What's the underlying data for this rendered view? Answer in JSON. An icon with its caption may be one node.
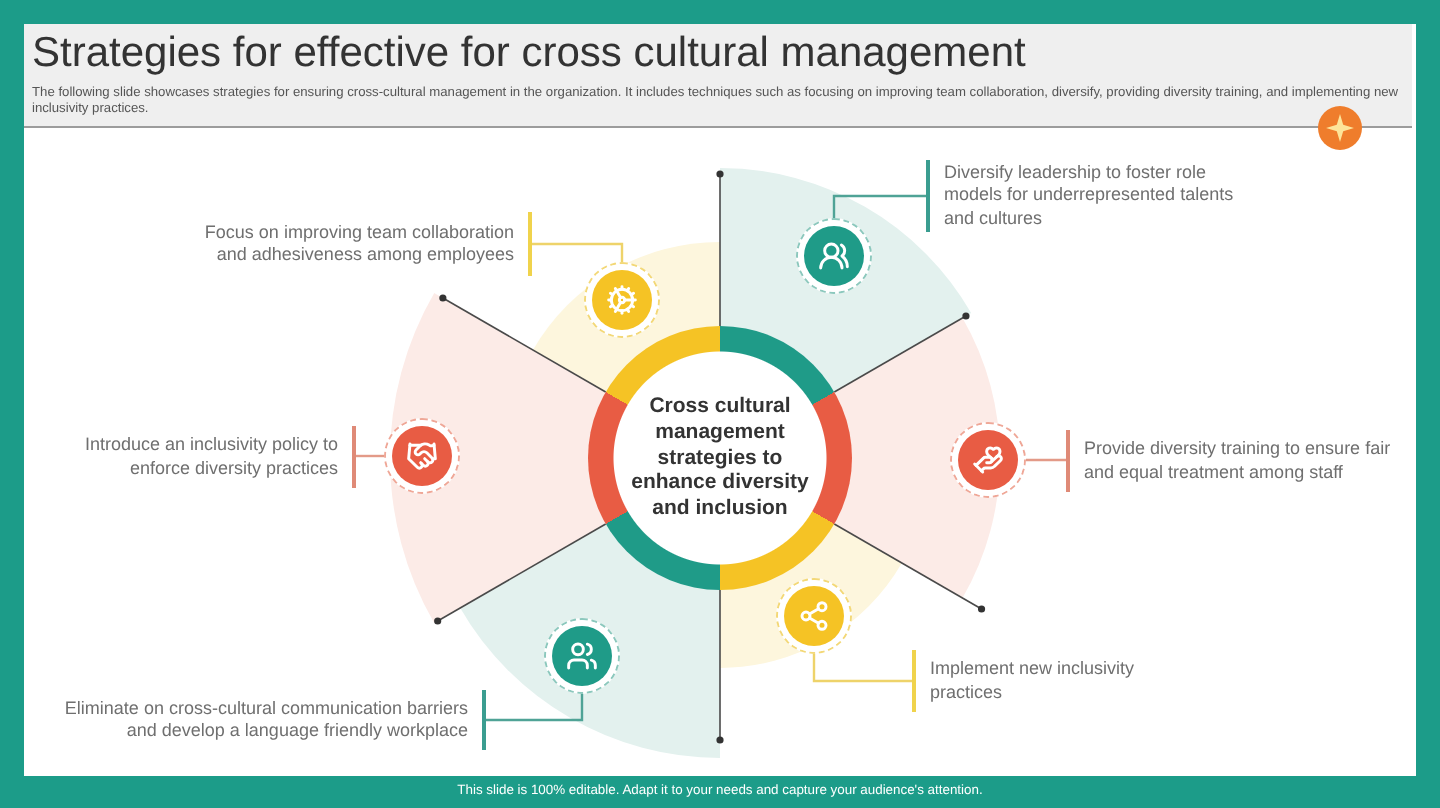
{
  "diagram": {
    "title": "Strategies for effective for cross cultural management",
    "nodes": [
      {
        "text": [
          "Cross cultural management strategies to enhance diversity and inclusion"
        ]
      },
      {
        "text": [
          "Focus on improving team collaboration and adhesiveness among employees"
        ]
      },
      {
        "text": [],
        "shape": "circle"
      },
      {
        "text": [
          "Diversify leadership to foster role models for underrepresented talents and cultures"
        ]
      },
      {
        "text": [],
        "shape": "circle"
      },
      {
        "text": [
          "Introduce an inclusivity policy to enforce diversity practices"
        ]
      },
      {
        "text": [],
        "shape": "circle"
      },
      {
        "text": [
          "Provide diversity training to ensure fair and equal treatment among staff"
        ]
      },
      {
        "text": [],
        "shape": "circle"
      },
      {
        "text": [
          "Eliminate on cross-cultural communication barriers and develop a language friendly workplace"
        ]
      },
      {
        "text": [],
        "shape": "circle"
      },
      {
        "text": [
          "Implement new inclusivity practices"
        ]
      },
      {
        "text": [],
        "shape": "circle"
      }
    ],
    "edges": [
      {
        "from": 1,
        "to": 2,
        "arrow": "none",
        "color": "#eed36a"
      },
      {
        "from": 3,
        "to": 4,
        "arrow": "none",
        "color": "#4fa396"
      },
      {
        "from": 5,
        "to": 6,
        "arrow": "none",
        "color": "#e39a88"
      },
      {
        "from": 7,
        "to": 8,
        "arrow": "none",
        "color": "#e39a88"
      },
      {
        "from": 9,
        "to": 10,
        "arrow": "none",
        "color": "#4fa396"
      },
      {
        "from": 11,
        "to": 12,
        "arrow": "none",
        "color": "#eed36a"
      }
    ],
    "labels": [
      "The following slide showcases strategies for ensuring cross-cultural management in the organization. It includes techniques such as focusing on improving team collaboration, diversify, providing diversity training, and implementing new inclusivity practices.",
      "This slide is 100% editable. Adapt it to your needs and capture your audience's attention."
    ]
  }
}
